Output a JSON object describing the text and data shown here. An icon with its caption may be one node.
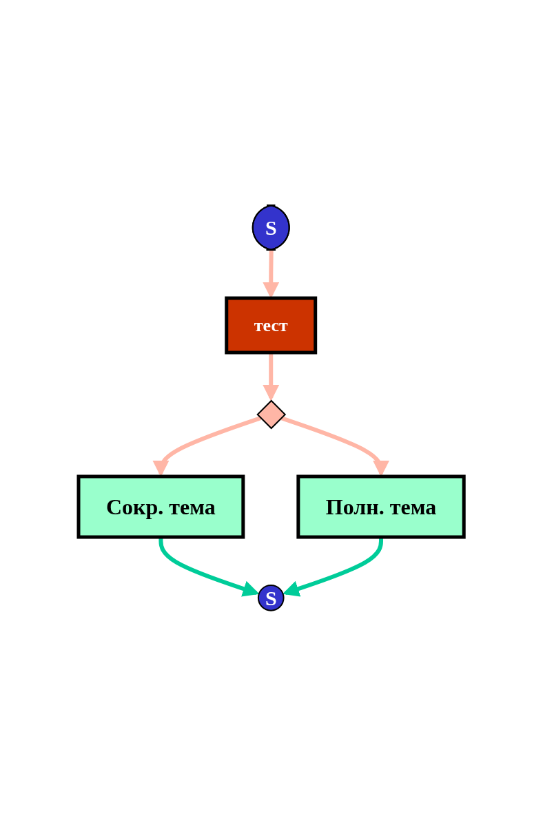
{
  "diagram": {
    "nodes": [
      {
        "text": [
          "S"
        ]
      },
      {
        "text": [
          "тест"
        ]
      },
      {
        "text": [],
        "shape": "diamond"
      },
      {
        "text": [
          "Полн. тема"
        ]
      },
      {
        "text": [
          "Сокр. тема"
        ]
      },
      {
        "text": [
          "S"
        ]
      }
    ],
    "edges": [
      {
        "from": 0,
        "to": 1,
        "arrow": "to"
      },
      {
        "from": 1,
        "to": 2,
        "arrow": "to"
      },
      {
        "from": 2,
        "to": 3,
        "arrow": "to"
      },
      {
        "from": 2,
        "to": 4,
        "arrow": "to"
      },
      {
        "from": 4,
        "to": 5,
        "arrow": "to",
        "color": "#00cc99"
      },
      {
        "from": 3,
        "to": 5,
        "arrow": "to",
        "color": "#00cc99"
      }
    ]
  }
}
